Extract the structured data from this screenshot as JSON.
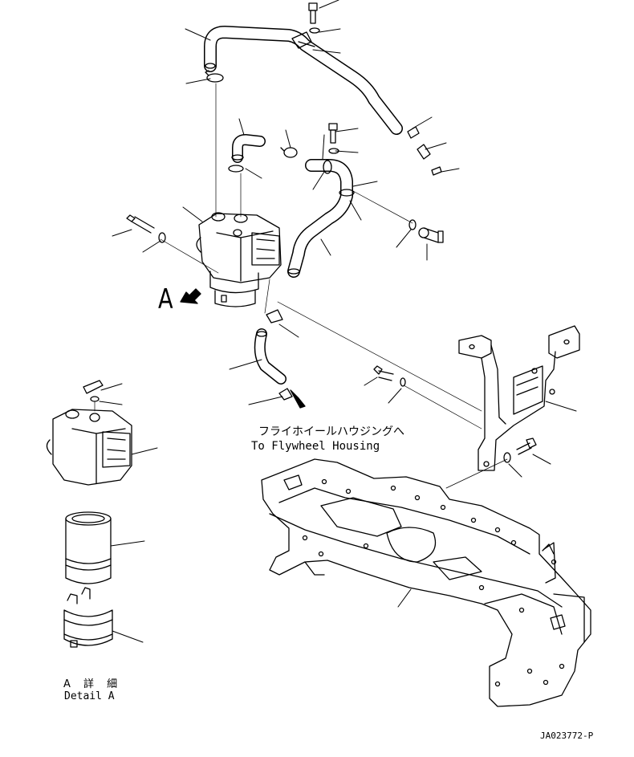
{
  "labels": {
    "view_letter": "A",
    "destination_jp": "フライホイールハウジングへ",
    "destination_en": "To Flywheel Housing",
    "detail_jp": "A 詳 細",
    "detail_en": "Detail A",
    "reference_code": "JA023772-P"
  },
  "colors": {
    "line": "#000000",
    "background": "#ffffff",
    "accent_fill": "#555555"
  },
  "icons": {
    "view_arrow": "filled-arrow-icon"
  }
}
